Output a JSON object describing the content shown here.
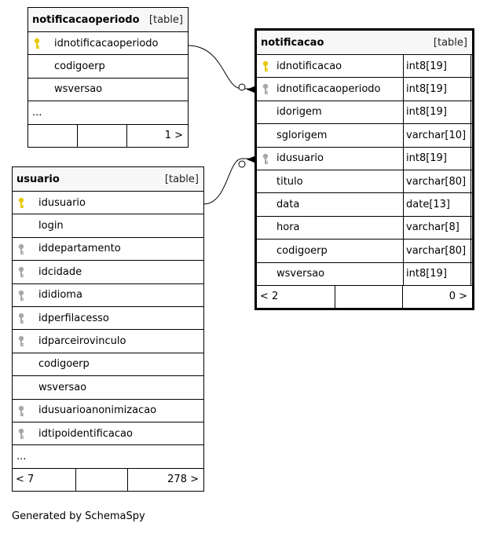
{
  "tables": {
    "notificacaoperiodo": {
      "name": "notificacaoperiodo",
      "type": "[table]",
      "columns": [
        {
          "name": "idnotificacaoperiodo",
          "key": "primary"
        },
        {
          "name": "codigoerp",
          "key": "none"
        },
        {
          "name": "wsversao",
          "key": "none"
        }
      ],
      "ellipsis": "...",
      "footer": {
        "left": "",
        "right": "1 >"
      }
    },
    "notificacao": {
      "name": "notificacao",
      "type": "[table]",
      "columns": [
        {
          "name": "idnotificacao",
          "type": "int8[19]",
          "key": "primary"
        },
        {
          "name": "idnotificacaoperiodo",
          "type": "int8[19]",
          "key": "foreign"
        },
        {
          "name": "idorigem",
          "type": "int8[19]",
          "key": "none"
        },
        {
          "name": "sglorigem",
          "type": "varchar[10]",
          "key": "none"
        },
        {
          "name": "idusuario",
          "type": "int8[19]",
          "key": "foreign"
        },
        {
          "name": "titulo",
          "type": "varchar[80]",
          "key": "none"
        },
        {
          "name": "data",
          "type": "date[13]",
          "key": "none"
        },
        {
          "name": "hora",
          "type": "varchar[8]",
          "key": "none"
        },
        {
          "name": "codigoerp",
          "type": "varchar[80]",
          "key": "none"
        },
        {
          "name": "wsversao",
          "type": "int8[19]",
          "key": "none"
        }
      ],
      "footer": {
        "left": "< 2",
        "right": "0 >"
      }
    },
    "usuario": {
      "name": "usuario",
      "type": "[table]",
      "columns": [
        {
          "name": "idusuario",
          "key": "primary"
        },
        {
          "name": "login",
          "key": "none"
        },
        {
          "name": "iddepartamento",
          "key": "foreign"
        },
        {
          "name": "idcidade",
          "key": "foreign"
        },
        {
          "name": "ididioma",
          "key": "foreign"
        },
        {
          "name": "idperfilacesso",
          "key": "foreign"
        },
        {
          "name": "idparceirovinculo",
          "key": "foreign"
        },
        {
          "name": "codigoerp",
          "key": "none"
        },
        {
          "name": "wsversao",
          "key": "none"
        },
        {
          "name": "idusuarioanonimizacao",
          "key": "foreign"
        },
        {
          "name": "idtipoidentificacao",
          "key": "foreign"
        }
      ],
      "ellipsis": "...",
      "footer": {
        "left": "< 7",
        "right": "278 >"
      }
    }
  },
  "colors": {
    "primary_key": "#e6c800",
    "foreign_key": "#a8a8a8",
    "line": "#000000"
  },
  "generated_by": "Generated by SchemaSpy"
}
